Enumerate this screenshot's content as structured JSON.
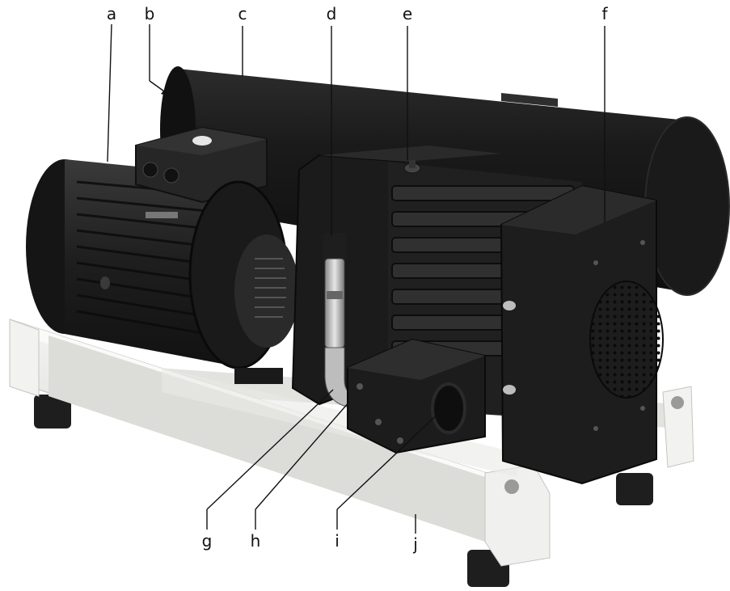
{
  "callouts": [
    {
      "id": "a",
      "label": "a"
    },
    {
      "id": "b",
      "label": "b"
    },
    {
      "id": "c",
      "label": "c"
    },
    {
      "id": "d",
      "label": "d"
    },
    {
      "id": "e",
      "label": "e"
    },
    {
      "id": "f",
      "label": "f"
    },
    {
      "id": "g",
      "label": "g"
    },
    {
      "id": "h",
      "label": "h"
    },
    {
      "id": "i",
      "label": "i"
    },
    {
      "id": "j",
      "label": "j"
    }
  ],
  "colors": {
    "body": "#1c1c1c",
    "body_light": "#3a3a3a",
    "frame": "#eeeeec",
    "frame_shadow": "#c9c9c6",
    "leader": "#111111"
  }
}
